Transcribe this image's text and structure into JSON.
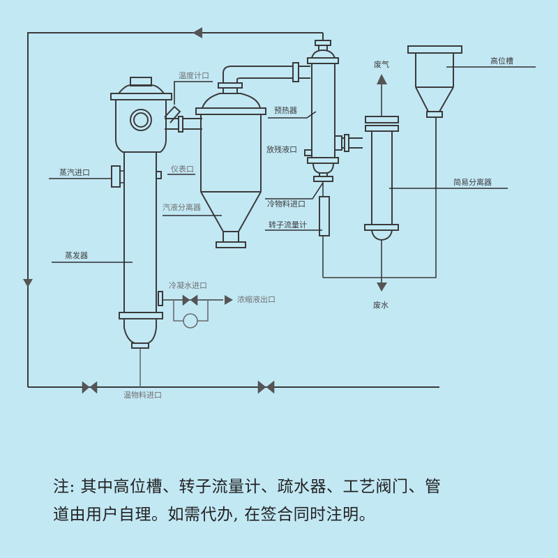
{
  "diagram": {
    "title": "",
    "labels": {
      "temperature_port": "温度计口",
      "preheater": "预热器",
      "residue_drain": "放残液口",
      "waste_gas": "废气",
      "head_tank": "高位槽",
      "simple_separator": "简易分离器",
      "steam_inlet": "蒸汽进口",
      "instrument_port": "仪表口",
      "vapor_liquid_separator": "汽液分离器",
      "cold_feed_inlet": "冷物料进口",
      "rotameter": "转子流量计",
      "evaporator": "蒸发器",
      "condensate_inlet": "冷凝水进口",
      "concentrate_outlet": "浓缩液出口",
      "waste_water": "废水",
      "warm_feed_inlet": "温物料进口"
    },
    "colors": {
      "background": "#c2e8f4",
      "line": "#3a3a3a",
      "arrow_fill": "#555555"
    }
  },
  "note": {
    "line1": "注:  其中高位槽、转子流量计、疏水器、工艺阀门、管",
    "line2": "道由用户自理。如需代办, 在签合同时注明。"
  }
}
